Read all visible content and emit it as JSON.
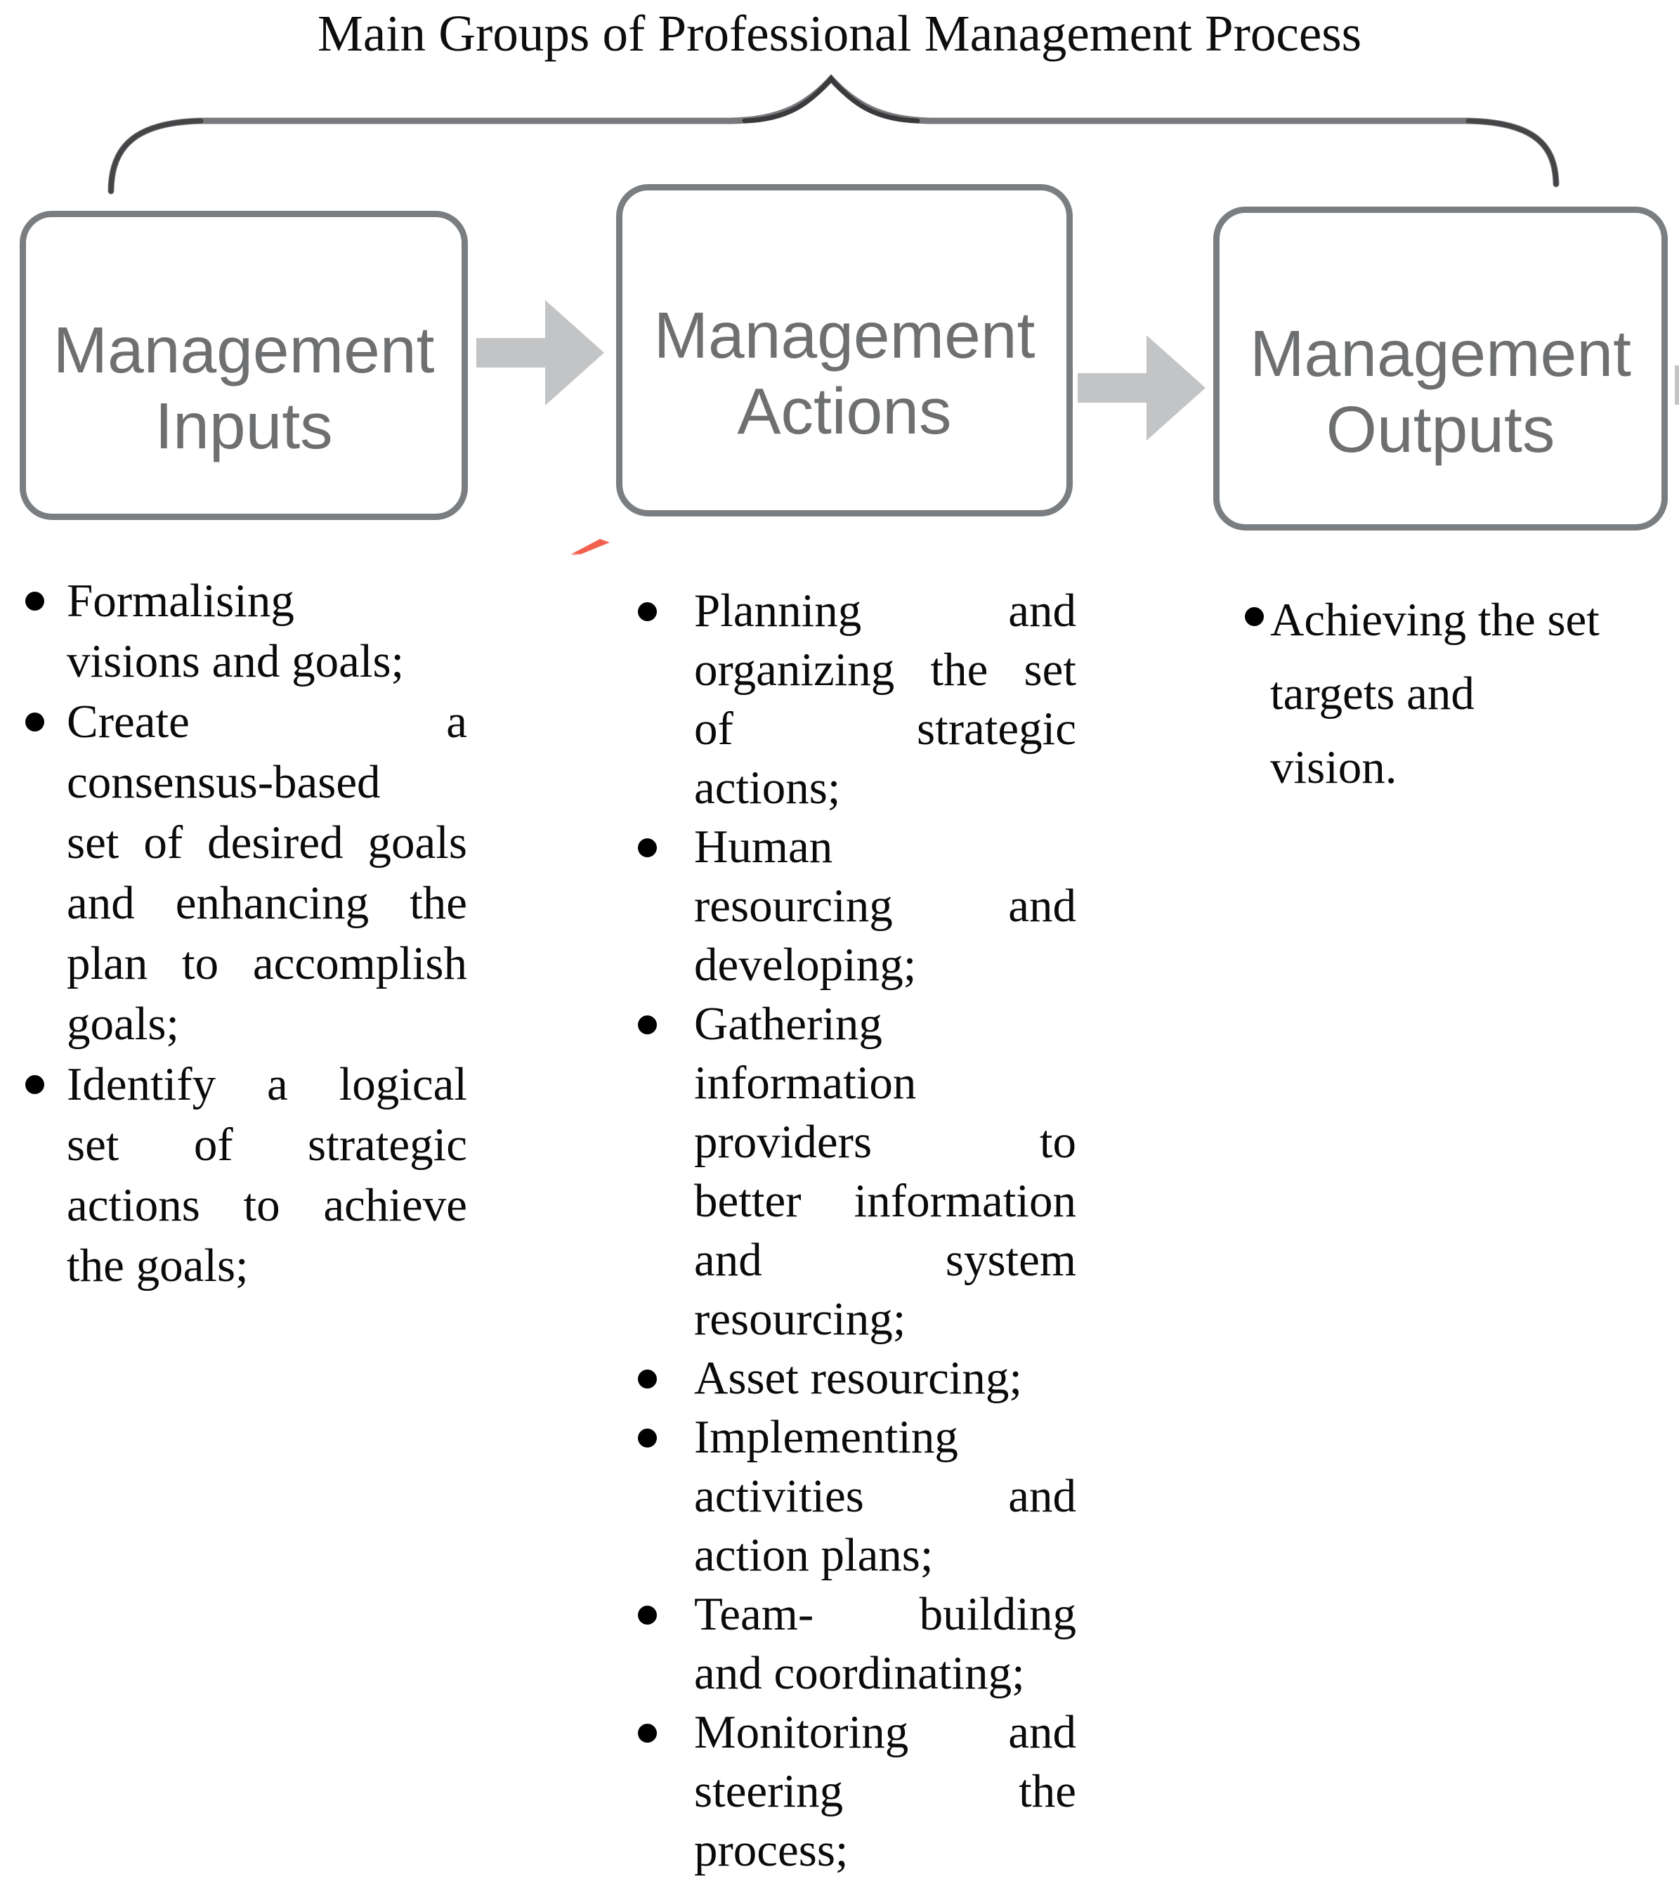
{
  "title": "Main Groups of Professional Management Process",
  "bullet_glyph": "•",
  "colors": {
    "box_border": "#7b7e81",
    "box_label": "#6d6f71",
    "arrow": "#c3c4c6",
    "brace": "#77797c",
    "red_mark": "#f26150",
    "text": "#0a0a0a"
  },
  "boxes": [
    {
      "label": "Management Inputs"
    },
    {
      "label": "Management Actions"
    },
    {
      "label": "Management Outputs"
    }
  ],
  "columns": [
    {
      "items": [
        {
          "lines": [
            [
              "Formalising"
            ],
            [
              "visions",
              "and",
              "goals;"
            ]
          ]
        },
        {
          "lines": [
            [
              "Create",
              "a"
            ],
            [
              "consensus-based"
            ],
            [
              "set",
              "of",
              "desired",
              "goals"
            ],
            [
              "and",
              "enhancing",
              "the"
            ],
            [
              "plan",
              "to",
              "accomplish"
            ],
            [
              "goals;"
            ]
          ]
        },
        {
          "lines": [
            [
              "Identify",
              "a",
              "logical"
            ],
            [
              "set",
              "of",
              "strategic"
            ],
            [
              "actions",
              "to",
              "achieve"
            ],
            [
              "the",
              "goals;"
            ]
          ]
        }
      ]
    },
    {
      "items": [
        {
          "lines": [
            [
              "Planning",
              "and"
            ],
            [
              "organizing",
              "the",
              "set"
            ],
            [
              "of",
              "strategic"
            ],
            [
              "actions;"
            ]
          ]
        },
        {
          "lines": [
            [
              "Human"
            ],
            [
              "resourcing",
              "and"
            ],
            [
              "developing;"
            ]
          ]
        },
        {
          "lines": [
            [
              "Gathering"
            ],
            [
              "information"
            ],
            [
              "providers",
              "to"
            ],
            [
              "better",
              "information"
            ],
            [
              "and",
              "system"
            ],
            [
              "resourcing;"
            ]
          ]
        },
        {
          "lines": [
            [
              "Asset",
              "resourcing;"
            ]
          ]
        },
        {
          "lines": [
            [
              "Implementing"
            ],
            [
              "activities",
              "and"
            ],
            [
              "action",
              "plans;"
            ]
          ]
        },
        {
          "lines": [
            [
              "Team-",
              "building"
            ],
            [
              "and",
              "coordinating;"
            ]
          ]
        },
        {
          "lines": [
            [
              "Monitoring",
              "and"
            ],
            [
              "steering",
              "the"
            ],
            [
              "process;"
            ]
          ]
        }
      ]
    },
    {
      "items": [
        {
          "justify": false,
          "lines": [
            [
              "Achieving",
              "the",
              "set"
            ],
            [
              "targets",
              "and"
            ],
            [
              "vision."
            ]
          ]
        }
      ]
    }
  ]
}
